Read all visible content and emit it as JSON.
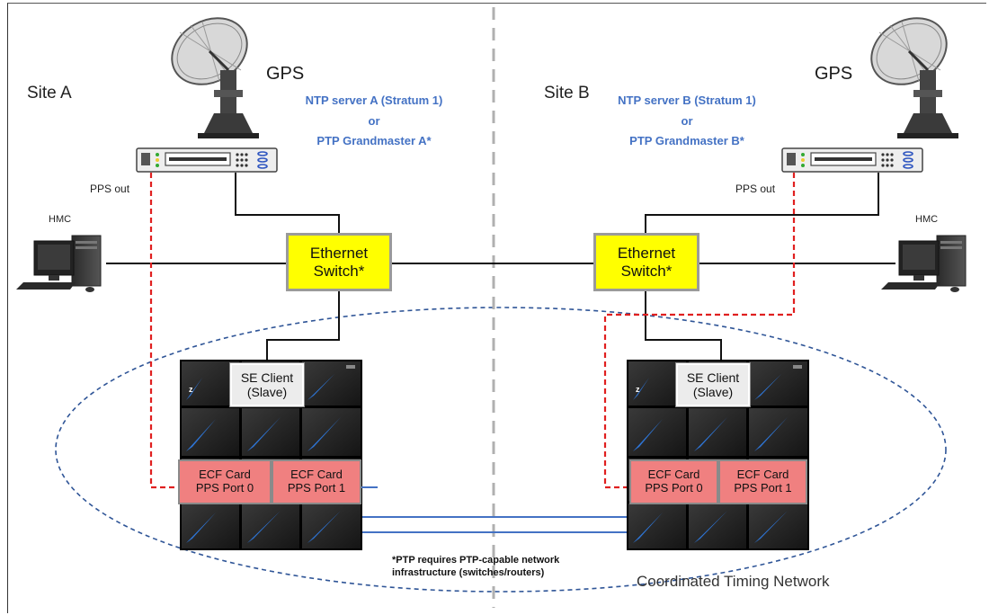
{
  "site_a": {
    "label": "Site A",
    "gps_label": "GPS",
    "server_line1": "NTP server A (Stratum 1)",
    "server_line2": "or",
    "server_line3": "PTP Grandmaster A*",
    "pps_out": "PPS out",
    "hmc": "HMC",
    "switch_line1": "Ethernet",
    "switch_line2": "Switch*",
    "se_line1": "SE Client",
    "se_line2": "(Slave)",
    "ecf0_line1": "ECF Card",
    "ecf0_line2": "PPS Port 0",
    "ecf1_line1": "ECF Card",
    "ecf1_line2": "PPS Port 1"
  },
  "site_b": {
    "label": "Site B",
    "gps_label": "GPS",
    "server_line1": "NTP server B (Stratum 1)",
    "server_line2": "or",
    "server_line3": "PTP Grandmaster B*",
    "pps_out": "PPS out",
    "hmc": "HMC",
    "switch_line1": "Ethernet",
    "switch_line2": "Switch*",
    "se_line1": "SE Client",
    "se_line2": "(Slave)",
    "ecf0_line1": "ECF Card",
    "ecf0_line2": "PPS Port 0",
    "ecf1_line1": "ECF Card",
    "ecf1_line2": "PPS Port 1"
  },
  "footnote": "*PTP requires PTP-capable network infrastructure  (switches/routers)",
  "network_label": "Coordinated Timing Network",
  "colors": {
    "switch": "#ffff00",
    "ecf_card": "#f08080",
    "pps_line": "#e02020",
    "server_text": "#4472c4",
    "ctn_ellipse": "#2f5597",
    "mainframe_accent": "#2e75d6"
  }
}
